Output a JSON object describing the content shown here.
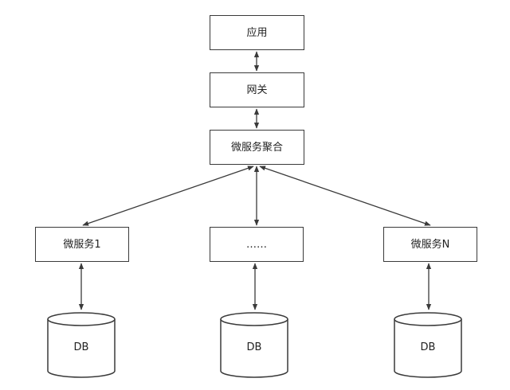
{
  "nodes": {
    "app": "应用",
    "gateway": "网关",
    "aggregator": "微服务聚合",
    "service_1": "微服务1",
    "service_ellipsis": "……",
    "service_n": "微服务N"
  },
  "databases": {
    "db_1": "DB",
    "db_2": "DB",
    "db_3": "DB"
  }
}
